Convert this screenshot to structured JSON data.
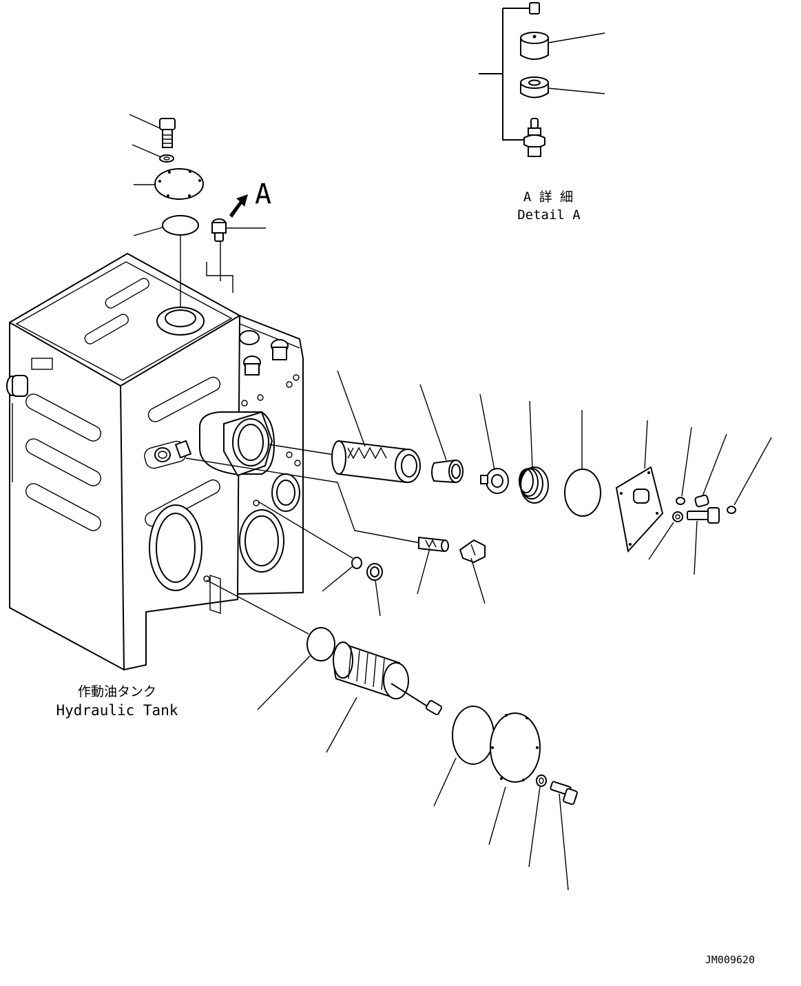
{
  "labels": {
    "view_arrow": "A",
    "detail_title_jp": "A 詳 細",
    "detail_title_en": "Detail A",
    "tank_label_jp": "作動油タンク",
    "tank_label_en": "Hydraulic Tank",
    "drawing_number": "JM009620"
  }
}
